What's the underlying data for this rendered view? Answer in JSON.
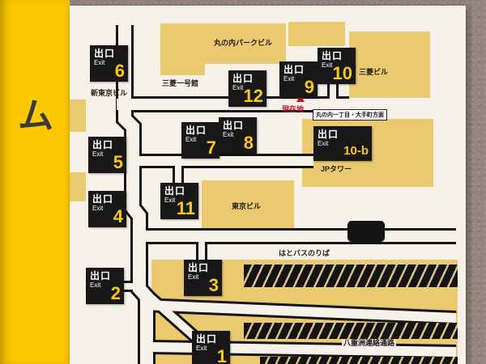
{
  "panel": {
    "partial_text": "ム"
  },
  "map": {
    "exit_label_jp": "出口",
    "exit_label_en": "Exit",
    "exits": {
      "e1": "1",
      "e2": "2",
      "e3": "3",
      "e4": "4",
      "e5": "5",
      "e6": "6",
      "e7": "7",
      "e8": "8",
      "e9": "9",
      "e10": "10",
      "e10b": "10-b",
      "e11": "11",
      "e12": "12"
    },
    "buildings": {
      "shin_tokyo": "新東京ビル",
      "mitsubishi_ichigokan": "三菱一号館",
      "marunouchi_park": "丸の内パークビル",
      "mitsubishi": "三菱ビル",
      "jp_tower": "JPタワー",
      "tokyo_building": "東京ビル"
    },
    "labels": {
      "hato_bus": "はとバスのりば",
      "yaesu_passage": "八重洲連絡通路",
      "current_location": "現在地",
      "direction": "丸の内一丁目・大手町方面"
    }
  },
  "colors": {
    "panel_yellow": "#fcc800",
    "exit_number_yellow": "#f8c912",
    "building_tan": "#eac96f",
    "map_bg": "#f6f2e9",
    "corridor_line_black": "#141414",
    "current_location_red": "#c8102e",
    "wall_brown": "#93867a"
  }
}
